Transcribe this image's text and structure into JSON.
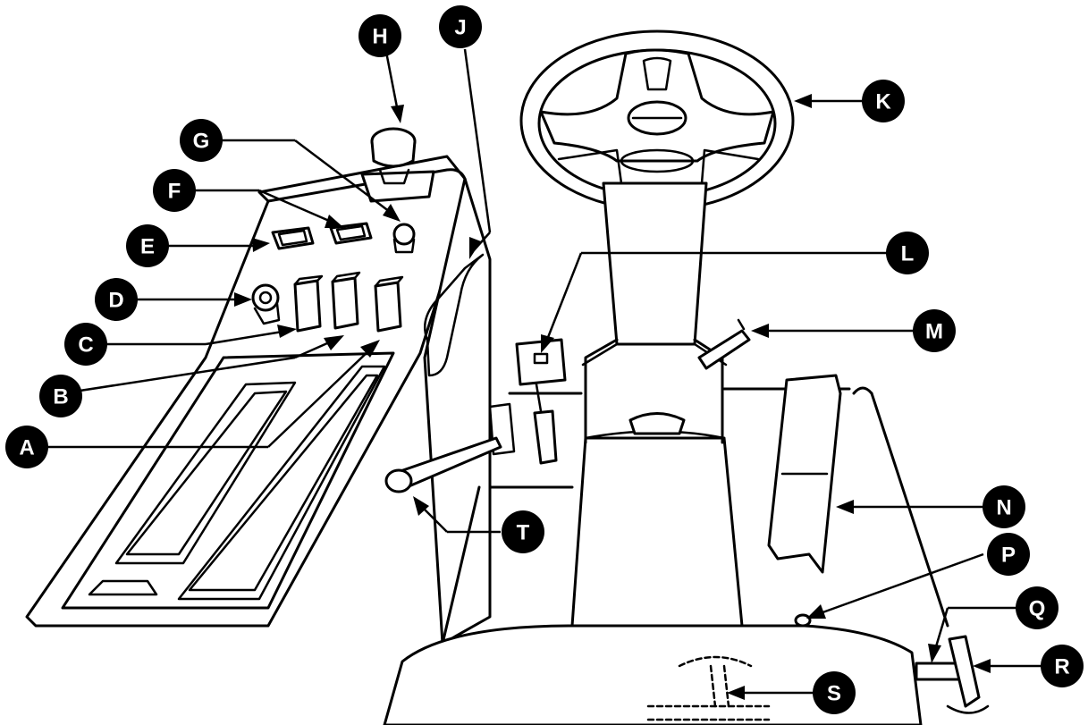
{
  "callouts": [
    {
      "id": "A",
      "label": "A"
    },
    {
      "id": "B",
      "label": "B"
    },
    {
      "id": "C",
      "label": "C"
    },
    {
      "id": "D",
      "label": "D"
    },
    {
      "id": "E",
      "label": "E"
    },
    {
      "id": "F",
      "label": "F"
    },
    {
      "id": "G",
      "label": "G"
    },
    {
      "id": "H",
      "label": "H"
    },
    {
      "id": "J",
      "label": "J"
    },
    {
      "id": "K",
      "label": "K"
    },
    {
      "id": "L",
      "label": "L"
    },
    {
      "id": "M",
      "label": "M"
    },
    {
      "id": "N",
      "label": "N"
    },
    {
      "id": "P",
      "label": "P"
    },
    {
      "id": "Q",
      "label": "Q"
    },
    {
      "id": "R",
      "label": "R"
    },
    {
      "id": "S",
      "label": "S"
    },
    {
      "id": "T",
      "label": "T"
    }
  ]
}
